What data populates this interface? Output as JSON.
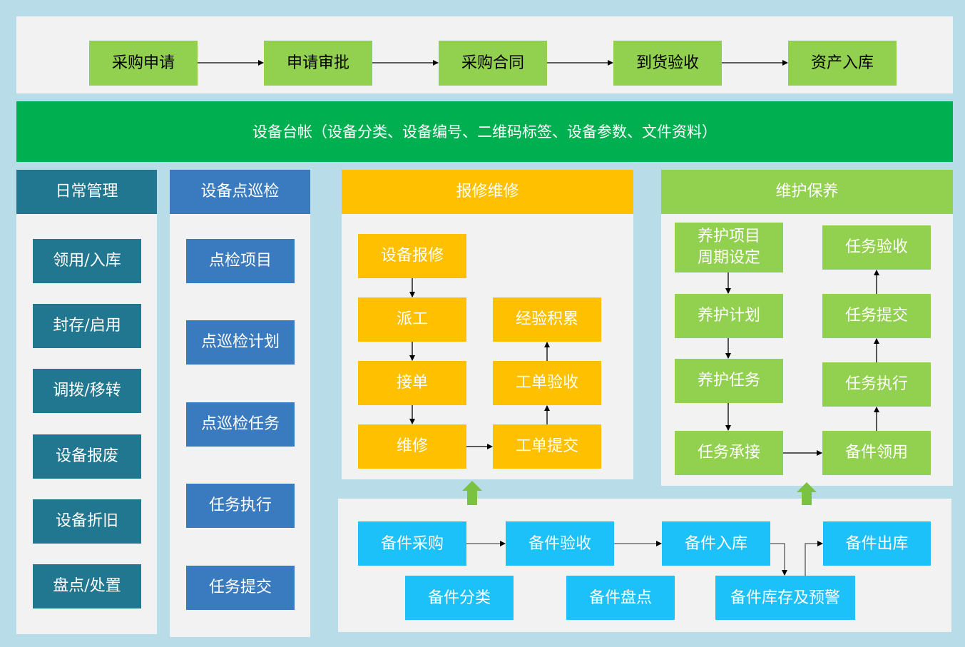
{
  "procurement_flow": [
    "采购申请",
    "申请审批",
    "采购合同",
    "到货验收",
    "资产入库"
  ],
  "ledger": "设备台帐（设备分类、设备编号、二维码标签、设备参数、文件资料）",
  "daily_management": {
    "title": "日常管理",
    "items": [
      "领用/入库",
      "封存/启用",
      "调拨/移转",
      "设备报废",
      "设备折旧",
      "盘点/处置"
    ]
  },
  "inspection": {
    "title": "设备点巡检",
    "items": [
      "点检项目",
      "点巡检计划",
      "点巡检任务",
      "任务执行",
      "任务提交"
    ]
  },
  "repair": {
    "title": "报修维修",
    "left": [
      "设备报修",
      "派工",
      "接单",
      "维修"
    ],
    "right": [
      "经验积累",
      "工单验收",
      "工单提交"
    ]
  },
  "maintenance": {
    "title": "维护保养",
    "left": [
      "养护项目\n周期设定",
      "养护计划",
      "养护任务",
      "任务承接"
    ],
    "right": [
      "任务验收",
      "任务提交",
      "任务执行",
      "备件领用"
    ]
  },
  "spare_parts": {
    "top": [
      "备件采购",
      "备件验收",
      "备件入库",
      "备件出库"
    ],
    "bottom": [
      "备件分类",
      "备件盘点",
      "备件库存及预警"
    ]
  }
}
